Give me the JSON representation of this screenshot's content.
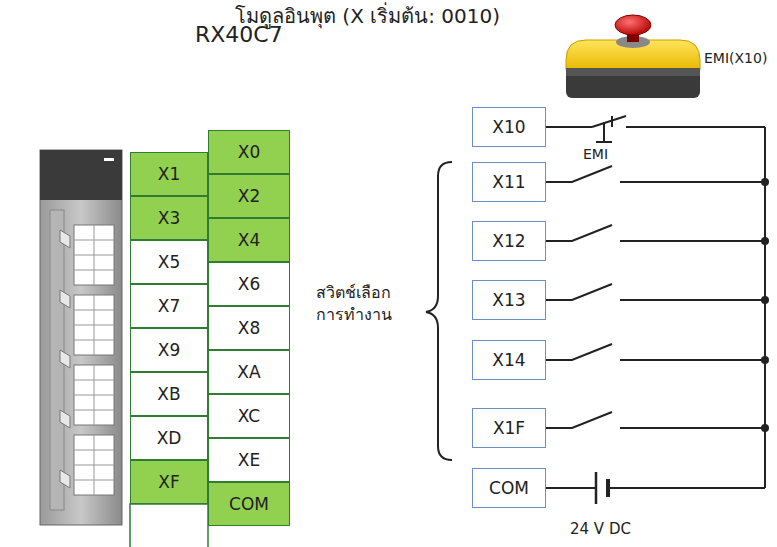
{
  "diagram": {
    "title": "โมดูลอินพุต (X เริ่มต้น: 0010)",
    "nodes": [
      {
        "text": [
          "X0"
        ]
      },
      {
        "text": [
          "X1"
        ]
      },
      {
        "text": [
          "X2"
        ]
      },
      {
        "text": [
          "X3"
        ]
      },
      {
        "text": [
          "X4"
        ]
      },
      {
        "text": [
          "X5"
        ]
      },
      {
        "text": [
          "X6"
        ]
      },
      {
        "text": [
          "X7"
        ]
      },
      {
        "text": [
          "X8"
        ]
      },
      {
        "text": [
          "X9"
        ]
      },
      {
        "text": [
          "XA"
        ]
      },
      {
        "text": [
          "XB"
        ]
      },
      {
        "text": [
          "XC"
        ]
      },
      {
        "text": [
          "XD"
        ]
      },
      {
        "text": [
          "XE"
        ]
      },
      {
        "text": [
          "XF"
        ]
      },
      {
        "text": [
          "COM"
        ]
      },
      {
        "text": [
          "X10"
        ]
      },
      {
        "text": [
          "X11"
        ]
      },
      {
        "text": [
          "X12"
        ]
      },
      {
        "text": [
          "X13"
        ]
      },
      {
        "text": [
          "X14"
        ]
      },
      {
        "text": [
          "X1F"
        ]
      },
      {
        "text": [
          "COM"
        ]
      }
    ],
    "edges": [],
    "labels": [
      "RX40C7",
      "EMI(X10)",
      "EMI",
      "สวิตช์เลือก การทำงาน",
      "24 V DC"
    ]
  }
}
